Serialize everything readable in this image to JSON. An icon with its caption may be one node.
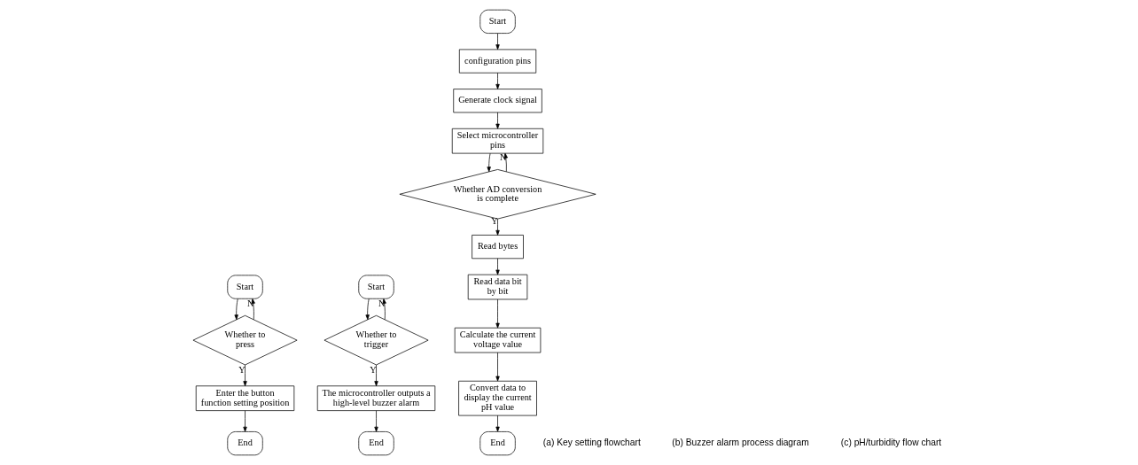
{
  "diagram": {
    "nodes": [
      {
        "text": [
          "Start"
        ]
      },
      {
        "text": [
          "Whether to press"
        ]
      },
      {
        "text": [
          "Enter the button function setting position"
        ]
      },
      {
        "text": [
          "End"
        ]
      },
      {
        "text": [
          "Start"
        ]
      },
      {
        "text": [
          "Whether to trigger"
        ]
      },
      {
        "text": [
          "The microcontroller outputs a high-level buzzer alarm"
        ]
      },
      {
        "text": [
          "End"
        ]
      },
      {
        "text": [
          "Start"
        ]
      },
      {
        "text": [
          "configuration pins"
        ]
      },
      {
        "text": [
          "Generate clock signal"
        ]
      },
      {
        "text": [
          "Select microcontroller pins"
        ]
      },
      {
        "text": [
          "Whether AD conversion is complete"
        ]
      },
      {
        "text": [
          "Read bytes"
        ]
      },
      {
        "text": [
          "Read data bit by bit"
        ]
      },
      {
        "text": [
          "Calculate the current voltage value"
        ]
      },
      {
        "text": [
          "Convert data to display the current pH value"
        ]
      },
      {
        "text": [
          "End"
        ]
      }
    ],
    "edges": [
      {
        "from": 0,
        "to": 1,
        "arrow": "to"
      },
      {
        "from": 1,
        "to": 2,
        "arrow": "to",
        "label": "Y"
      },
      {
        "from": 1,
        "to": 0,
        "arrow": "to",
        "label": "N"
      },
      {
        "from": 2,
        "to": 3,
        "arrow": "to"
      },
      {
        "from": 4,
        "to": 5,
        "arrow": "to"
      },
      {
        "from": 5,
        "to": 6,
        "arrow": "to",
        "label": "Y"
      },
      {
        "from": 5,
        "to": 4,
        "arrow": "to",
        "label": "N"
      },
      {
        "from": 6,
        "to": 7,
        "arrow": "to"
      },
      {
        "from": 8,
        "to": 9,
        "arrow": "to"
      },
      {
        "from": 9,
        "to": 10,
        "arrow": "to"
      },
      {
        "from": 10,
        "to": 11,
        "arrow": "to"
      },
      {
        "from": 11,
        "to": 12,
        "arrow": "to"
      },
      {
        "from": 12,
        "to": 13,
        "arrow": "to",
        "label": "Y"
      },
      {
        "from": 12,
        "to": 11,
        "arrow": "to",
        "label": "N"
      },
      {
        "from": 13,
        "to": 14,
        "arrow": "to"
      },
      {
        "from": 14,
        "to": 15,
        "arrow": "to"
      },
      {
        "from": 15,
        "to": 16,
        "arrow": "to"
      },
      {
        "from": 16,
        "to": 17,
        "arrow": "to"
      }
    ],
    "labels": [
      "(a) Key setting flowchart",
      "(b) Buzzer alarm process diagram",
      "(c) pH/turbidity flow chart"
    ]
  }
}
